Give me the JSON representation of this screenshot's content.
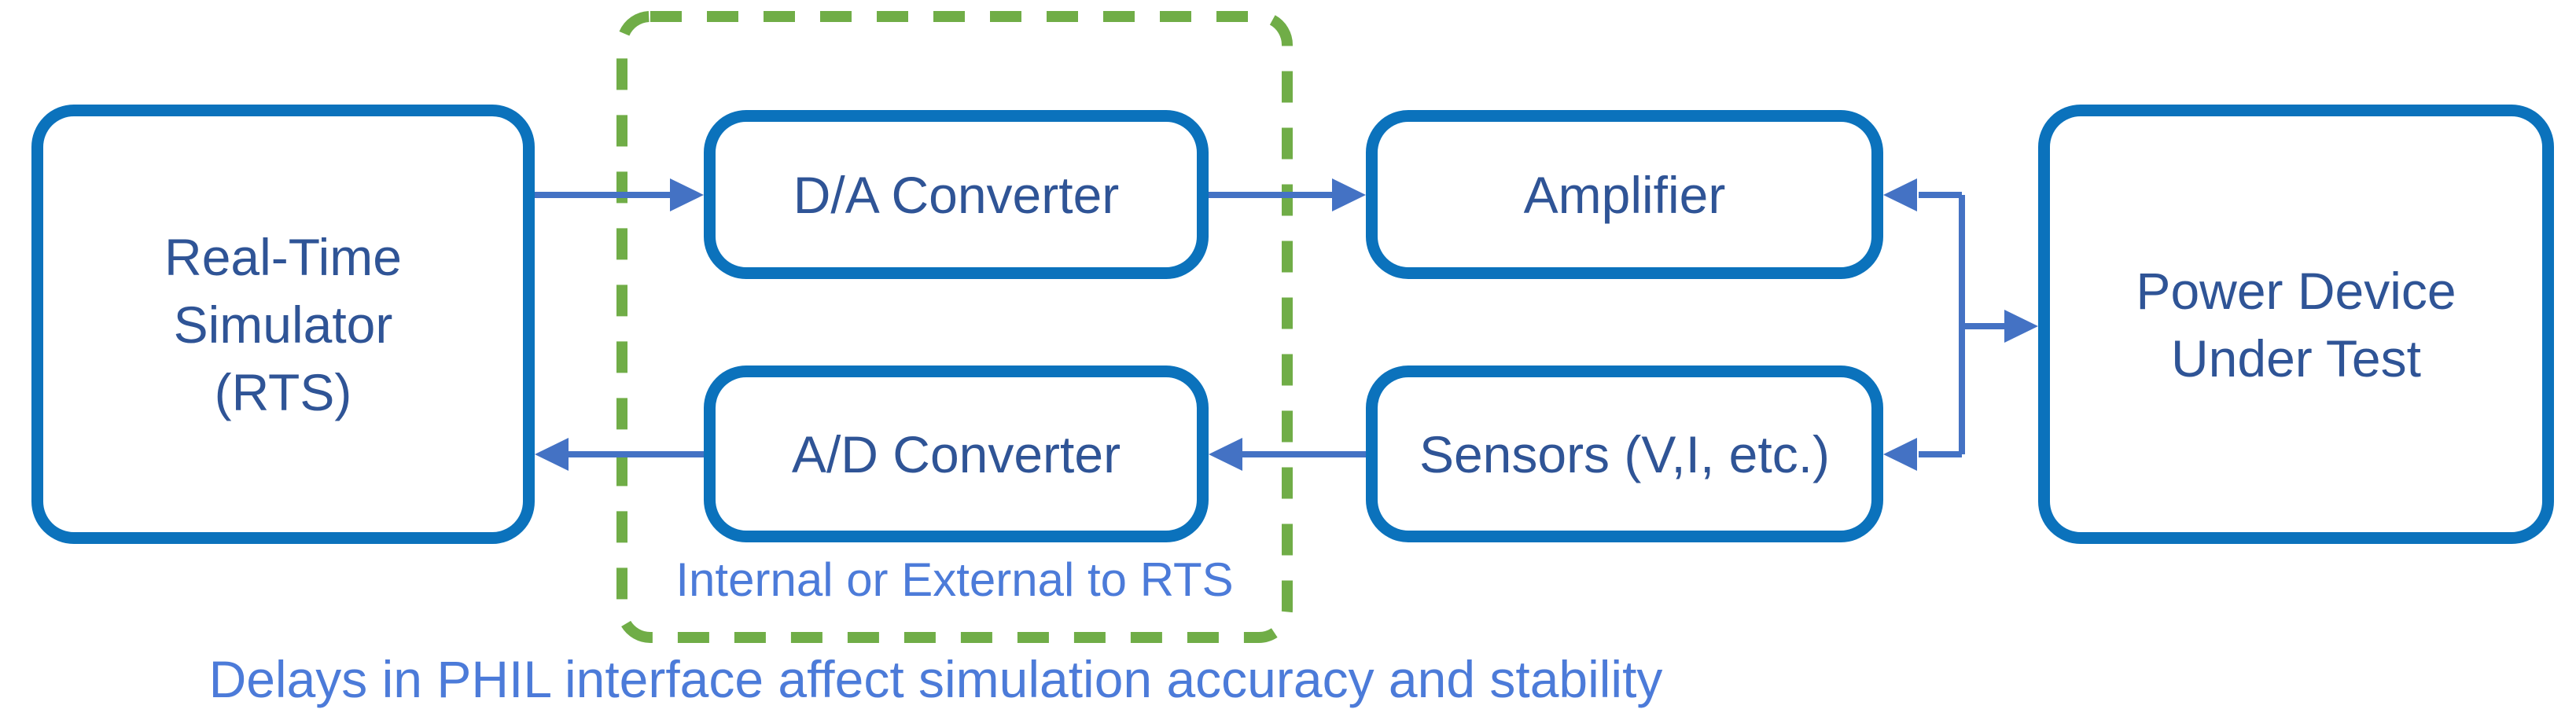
{
  "diagram_title": "PHIL interface block diagram",
  "colors": {
    "box_border": "#0B72BC",
    "box_text": "#2F5496",
    "arrow": "#4472C4",
    "dashed_boundary": "#70AD47",
    "annotation_text": "#4C7BD9",
    "background": "#FFFFFF"
  },
  "nodes": {
    "rts": {
      "lines": [
        "Real-Time",
        "Simulator",
        "(RTS)"
      ]
    },
    "da_converter": {
      "label": "D/A Converter"
    },
    "ad_converter": {
      "label": "A/D Converter"
    },
    "amplifier": {
      "label": "Amplifier"
    },
    "sensors": {
      "label": "Sensors (V,I, etc.)"
    },
    "power_device": {
      "lines": [
        "Power Device",
        "Under Test"
      ]
    }
  },
  "labels": {
    "dashed_group": "Internal or External to RTS",
    "caption": "Delays in PHIL interface affect simulation accuracy and stability"
  },
  "connections": [
    "RTS to D/A Converter",
    "D/A Converter to Amplifier",
    "Junction to Amplifier",
    "Junction to Power Device Under Test",
    "Junction to Sensors",
    "Sensors to A/D Converter",
    "A/D Converter to RTS"
  ]
}
